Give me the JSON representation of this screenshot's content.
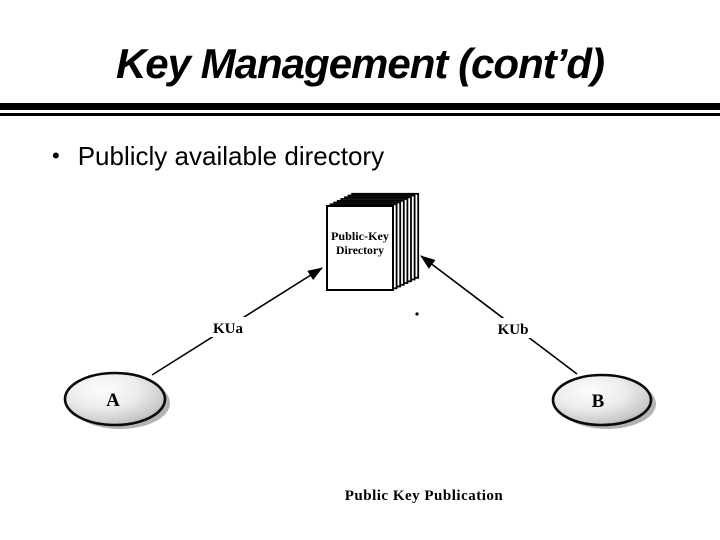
{
  "slide": {
    "title": "Key Management (cont’d)",
    "bullet_glyph": "•",
    "bullet": "Publicly available directory"
  },
  "diagram": {
    "directory": {
      "line1": "Public-Key",
      "line2": "Directory"
    },
    "labels": {
      "left_key": "KUa",
      "right_key": "KUb"
    },
    "nodes": {
      "left": "A",
      "right": "B"
    },
    "caption": "Public Key Publication"
  },
  "colors": {
    "background": "#ffffff",
    "text": "#000000",
    "rule": "#000000",
    "page_fill": "#ffffff",
    "page_stroke": "#000000",
    "node_fill_light": "#fdfdfd",
    "node_fill_dark": "#9c9c9c",
    "node_stroke": "#0a0a0a",
    "node_shadow": "#b3b3b3"
  }
}
